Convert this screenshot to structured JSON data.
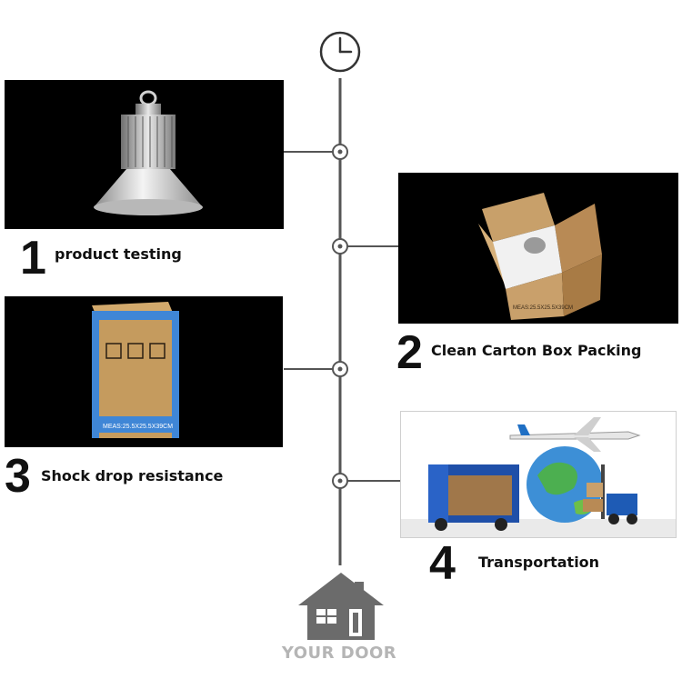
{
  "steps": [
    {
      "number": "1",
      "label": "product testing"
    },
    {
      "number": "2",
      "label": "Clean Carton Box Packing"
    },
    {
      "number": "3",
      "label": "Shock drop resistance"
    },
    {
      "number": "4",
      "label": "Transportation"
    }
  ],
  "box_mark": "MEAS:25.5X25.5X39CM",
  "footer": {
    "label": "YOUR DOOR"
  },
  "colors": {
    "timeline": "#555555",
    "house": "#6b6b6b",
    "footer_text": "#b5b5b5",
    "panel_bg": "#000000"
  },
  "icons": {
    "top": "clock-icon",
    "bottom": "house-icon"
  }
}
